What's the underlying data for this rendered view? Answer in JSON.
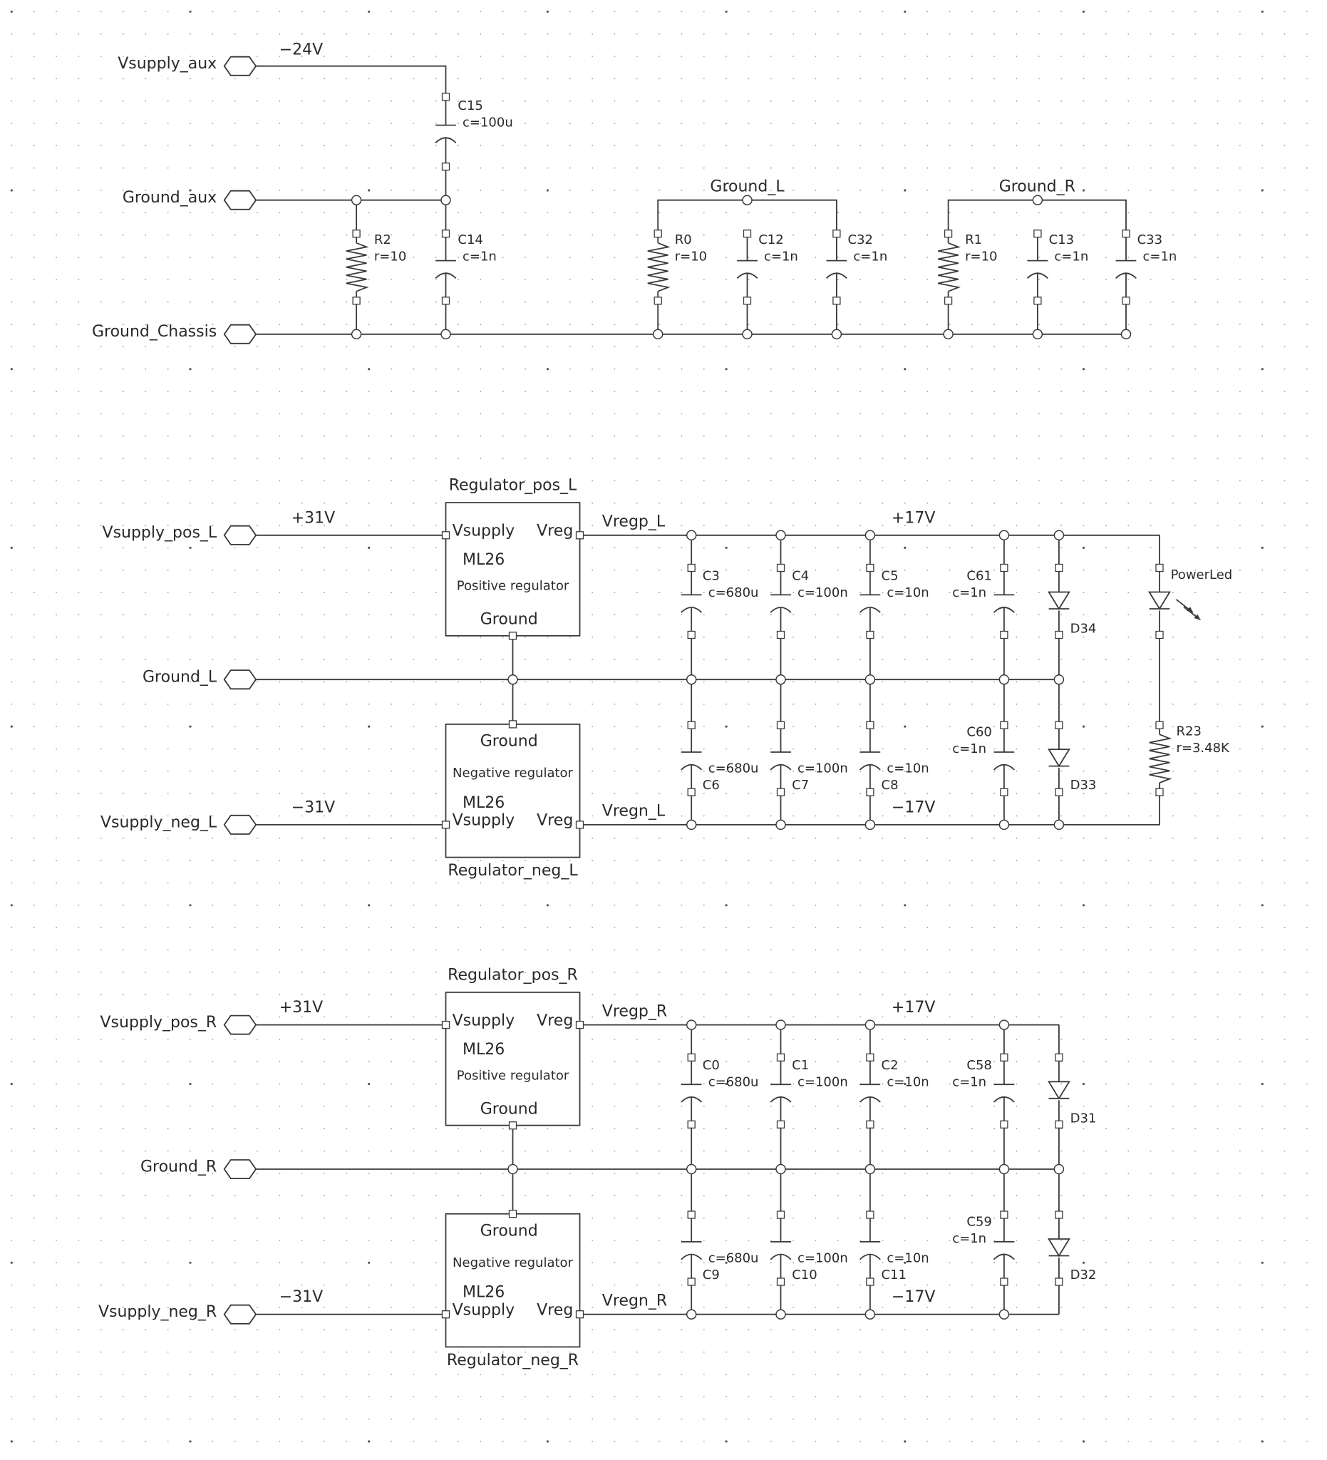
{
  "ports": {
    "vsupply_aux": "Vsupply_aux",
    "ground_aux": "Ground_aux",
    "ground_chassis": "Ground_Chassis",
    "vsupply_pos_l": "Vsupply_pos_L",
    "ground_l": "Ground_L",
    "vsupply_neg_l": "Vsupply_neg_L",
    "vsupply_pos_r": "Vsupply_pos_R",
    "ground_r": "Ground_R",
    "vsupply_neg_r": "Vsupply_neg_R"
  },
  "nets": {
    "minus24": "−24V",
    "ground_l": "Ground_L",
    "ground_r": "Ground_R",
    "plus31_l": "+31V",
    "minus31_l": "−31V",
    "plus31_r": "+31V",
    "minus31_r": "−31V",
    "vregp_l": "Vregp_L",
    "vregn_l": "Vregn_L",
    "vregp_r": "Vregp_R",
    "vregn_r": "Vregn_R",
    "plus17_l": "+17V",
    "minus17_l": "−17V",
    "plus17_r": "+17V",
    "minus17_r": "−17V"
  },
  "components": {
    "c15": {
      "ref": "C15",
      "value": "c=100u"
    },
    "r2": {
      "ref": "R2",
      "value": "r=10"
    },
    "c14": {
      "ref": "C14",
      "value": "c=1n"
    },
    "r0": {
      "ref": "R0",
      "value": "r=10"
    },
    "c12": {
      "ref": "C12",
      "value": "c=1n"
    },
    "c32": {
      "ref": "C32",
      "value": "c=1n"
    },
    "r1": {
      "ref": "R1",
      "value": "r=10"
    },
    "c13": {
      "ref": "C13",
      "value": "c=1n"
    },
    "c33": {
      "ref": "C33",
      "value": "c=1n"
    },
    "c3": {
      "ref": "C3",
      "value": "c=680u"
    },
    "c4": {
      "ref": "C4",
      "value": "c=100n"
    },
    "c5": {
      "ref": "C5",
      "value": "c=10n"
    },
    "c61": {
      "ref": "C61",
      "value": "c=1n"
    },
    "d34": {
      "ref": "D34"
    },
    "powerled": {
      "ref": "PowerLed"
    },
    "c6": {
      "ref": "C6",
      "value": "c=680u"
    },
    "c7": {
      "ref": "C7",
      "value": "c=100n"
    },
    "c8": {
      "ref": "C8",
      "value": "c=10n"
    },
    "c60": {
      "ref": "C60",
      "value": "c=1n"
    },
    "d33": {
      "ref": "D33"
    },
    "r23": {
      "ref": "R23",
      "value": "r=3.48K"
    },
    "c0": {
      "ref": "C0",
      "value": "c=680u"
    },
    "c1": {
      "ref": "C1",
      "value": "c=100n"
    },
    "c2": {
      "ref": "C2",
      "value": "c=10n"
    },
    "c58": {
      "ref": "C58",
      "value": "c=1n"
    },
    "d31": {
      "ref": "D31"
    },
    "c9": {
      "ref": "C9",
      "value": "c=680u"
    },
    "c10": {
      "ref": "C10",
      "value": "c=100n"
    },
    "c11": {
      "ref": "C11",
      "value": "c=10n"
    },
    "c59": {
      "ref": "C59",
      "value": "c=1n"
    },
    "d32": {
      "ref": "D32"
    }
  },
  "regulators": {
    "pos_l": {
      "name": "Regulator_pos_L",
      "part": "ML26",
      "desc": "Positive regulator",
      "pin_in": "Vsupply",
      "pin_out": "Vreg",
      "pin_gnd": "Ground"
    },
    "neg_l": {
      "name": "Regulator_neg_L",
      "part": "ML26",
      "desc": "Negative regulator",
      "pin_in": "Vsupply",
      "pin_out": "Vreg",
      "pin_gnd": "Ground"
    },
    "pos_r": {
      "name": "Regulator_pos_R",
      "part": "ML26",
      "desc": "Positive regulator",
      "pin_in": "Vsupply",
      "pin_out": "Vreg",
      "pin_gnd": "Ground"
    },
    "neg_r": {
      "name": "Regulator_neg_R",
      "part": "ML26",
      "desc": "Negative regulator",
      "pin_in": "Vsupply",
      "pin_out": "Vreg",
      "pin_gnd": "Ground"
    }
  }
}
